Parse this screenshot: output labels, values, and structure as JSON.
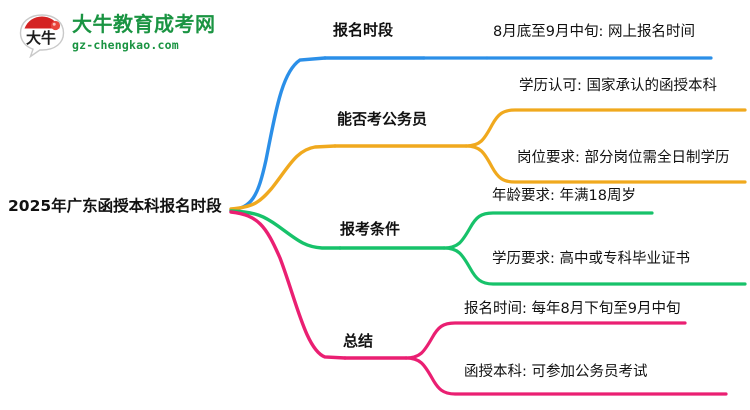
{
  "logo": {
    "mark_text": "大牛",
    "name_cn": "大牛教育成考网",
    "name_en": "gz-chengkao.com",
    "brand_color": "#1a9442",
    "mark_accent_color": "#d42323"
  },
  "mindmap": {
    "root": {
      "label": "2025年广东函授本科报名时段"
    },
    "branches": [
      {
        "label": "报名时段",
        "color": "#2b8fe8",
        "children": [
          {
            "label": "8月底至9月中旬: 网上报名时间"
          }
        ]
      },
      {
        "label": "能否考公务员",
        "color": "#f0a91e",
        "children": [
          {
            "label": "学历认可: 国家承认的函授本科"
          },
          {
            "label": "岗位要求: 部分岗位需全日制学历"
          }
        ]
      },
      {
        "label": "报考条件",
        "color": "#17c26a",
        "children": [
          {
            "label": "年龄要求: 年满18周岁"
          },
          {
            "label": "学历要求: 高中或专科毕业证书"
          }
        ]
      },
      {
        "label": "总结",
        "color": "#ea1f72",
        "children": [
          {
            "label": "报名时间: 每年8月下旬至9月中旬"
          },
          {
            "label": "函授本科: 可参加公务员考试"
          }
        ]
      }
    ]
  }
}
